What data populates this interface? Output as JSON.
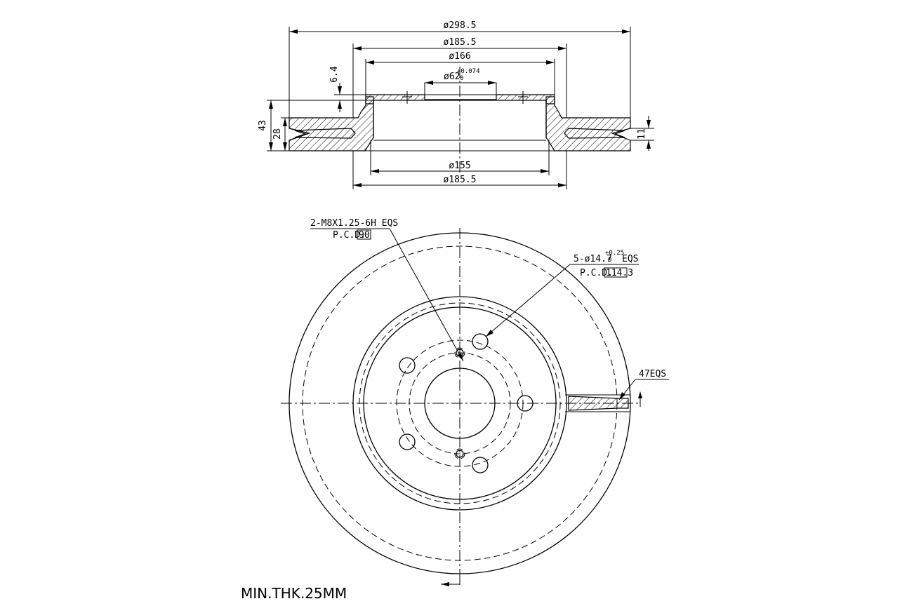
{
  "section_view": {
    "dim_outer_diameter": "ø298.5",
    "dim_hat_diameter": "ø185.5",
    "dim_mount_face_diameter": "ø166",
    "dim_bore_diameter": "ø62",
    "dim_bore_tol_upper": "+0.074",
    "dim_bore_tol_lower": "0",
    "dim_hat_thickness": "6.4",
    "dim_total_height": "43",
    "dim_disc_thickness": "28",
    "dim_vent_gap": "11",
    "dim_inner_hat_diameter": "ø155",
    "dim_hat_bottom_diameter": "ø185.5"
  },
  "plan_view": {
    "thread_callout": "2-M8X1.25-6H EQS",
    "thread_pcd_label": "P.C.D.",
    "thread_pcd_value": "90",
    "hole_callout": "5-ø14.7",
    "hole_tol_upper": "+0.25",
    "hole_tol_lower": "0",
    "hole_callout_suffix": "EQS",
    "hole_pcd_label": "P.C.D.",
    "hole_pcd_value": "114.3",
    "vanes_callout": "47EQS"
  },
  "notes": {
    "min_thickness": "MIN.THK.25MM"
  }
}
